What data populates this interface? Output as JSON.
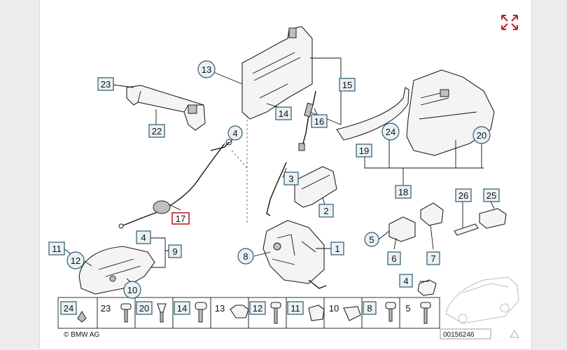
{
  "copyright": "© BMW AG",
  "diagram_id": "00156246",
  "expand_icon": "expand-arrows-icon",
  "callouts": {
    "c23": "23",
    "c22": "22",
    "c13": "13",
    "c14": "14",
    "c15": "15",
    "c16": "16",
    "c4a": "4",
    "c17": "17",
    "c3": "3",
    "c2": "2",
    "c19": "19",
    "c24": "24",
    "c20": "20",
    "c18": "18",
    "c26": "26",
    "c25": "25",
    "c5": "5",
    "c6": "6",
    "c7": "7",
    "c1": "1",
    "c8": "8",
    "c4b": "4",
    "c9": "9",
    "c11": "11",
    "c12": "12",
    "c10": "10",
    "c4c": "4"
  },
  "fasteners": [
    "24",
    "23",
    "20",
    "14",
    "13",
    "12",
    "11",
    "10",
    "8",
    "5"
  ],
  "colors": {
    "callout_fill": "#eaf1f4",
    "callout_stroke": "#2c5a6a",
    "highlight": "#c02020"
  }
}
